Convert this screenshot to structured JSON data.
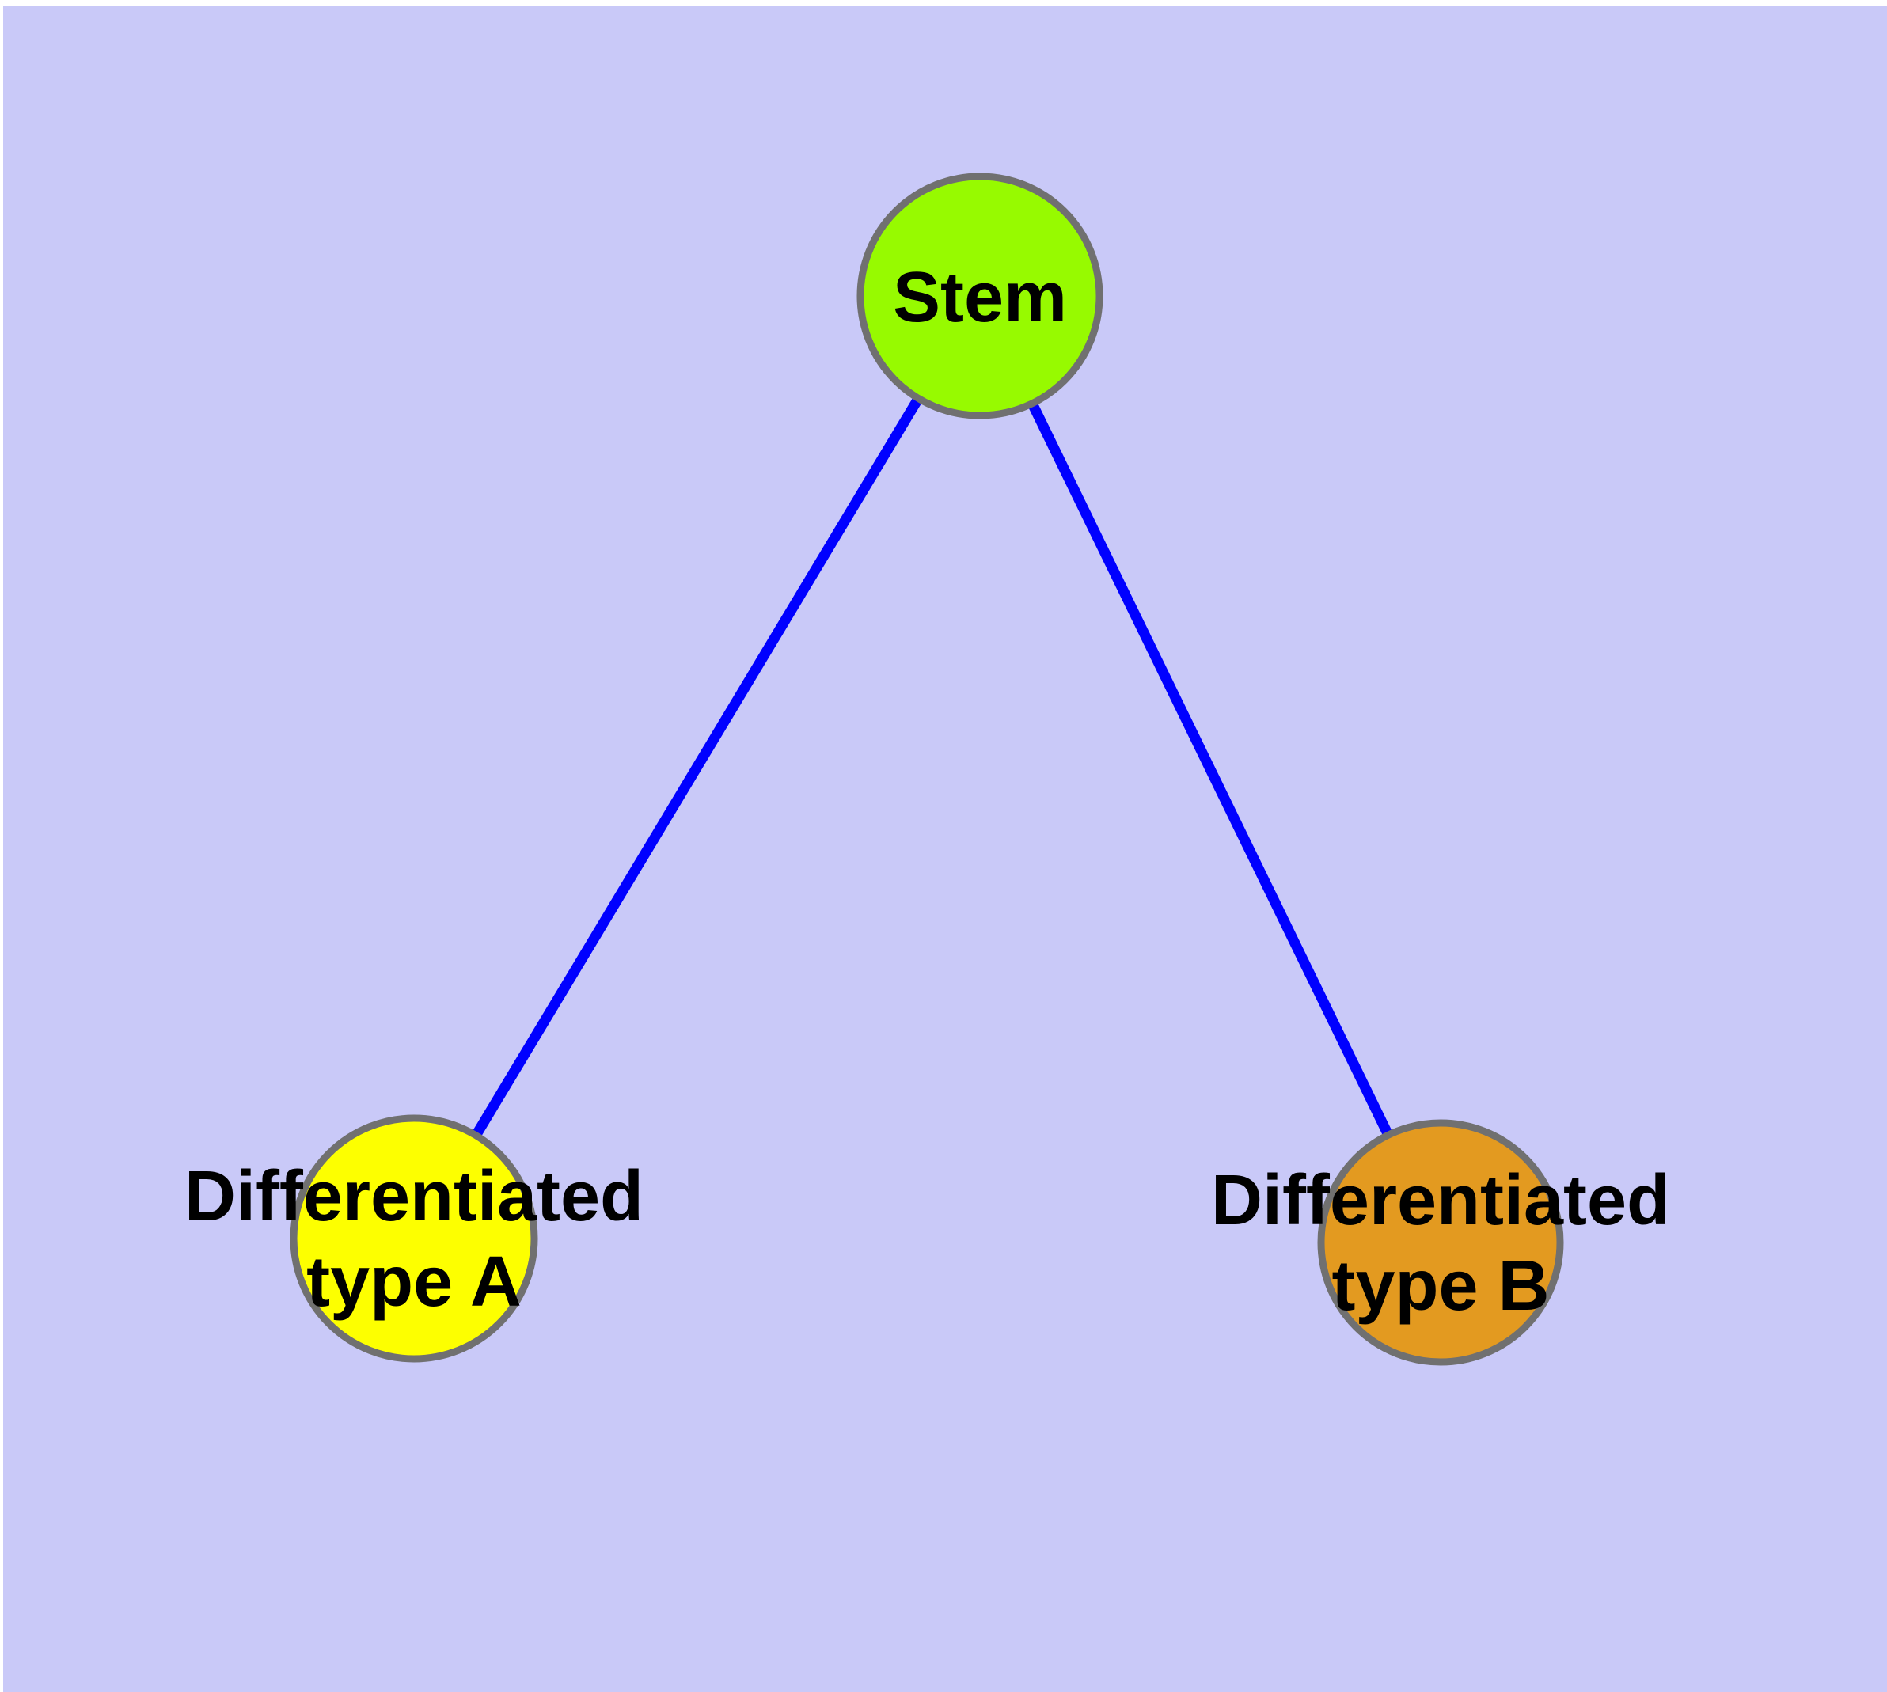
{
  "diagram": {
    "type": "graph",
    "description_colors": {
      "frame_color": "#ffffff",
      "background_color": "#c9c9f8",
      "edge_color": "#0000ff",
      "node_border_color": "#707070",
      "label_color": "#000000"
    },
    "nodes": [
      {
        "id": "stem",
        "label": "Stem",
        "label_lines": [
          "Stem"
        ],
        "color": "#97fa00"
      },
      {
        "id": "type-a",
        "label": "Differentiated type A",
        "label_lines": [
          "Differentiated",
          "type A"
        ],
        "color": "#fdff00"
      },
      {
        "id": "type-b",
        "label": "Differentiated type B",
        "label_lines": [
          "Differentiated",
          "type B"
        ],
        "color": "#e39a20"
      }
    ],
    "edges": [
      {
        "from": "Stem",
        "to": "Differentiated type A"
      },
      {
        "from": "Stem",
        "to": "Differentiated type B"
      }
    ]
  }
}
